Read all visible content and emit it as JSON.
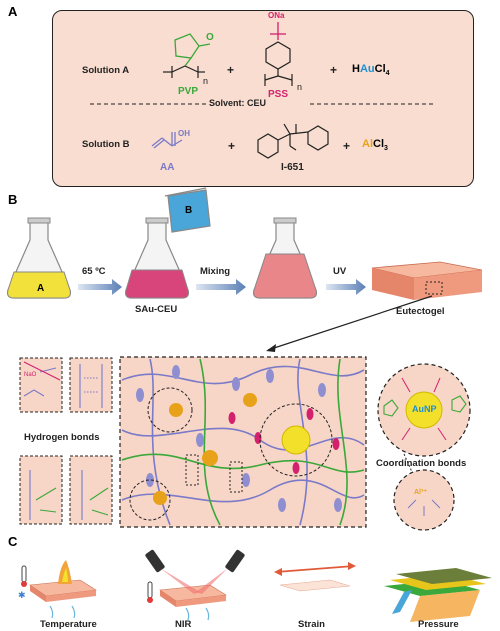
{
  "panelA": {
    "letter": "A",
    "solutionA_label": "Solution A",
    "solutionB_label": "Solution B",
    "solvent": "Solvent: CEU",
    "plus": "+",
    "pvp": "PVP",
    "pss": "PSS",
    "pss_group": "ONa",
    "haucl4_h": "H",
    "haucl4_au": "Au",
    "haucl4_cl": "Cl",
    "haucl4_sub": "4",
    "aa": "AA",
    "aa_oh": "OH",
    "i651": "I-651",
    "alcl3_al": "Al",
    "alcl3_cl": "Cl",
    "alcl3_sub": "3",
    "n": "n",
    "colors": {
      "pvp": "#3aa83a",
      "pss": "#d4216e",
      "au": "#1a8fd6",
      "aa": "#7a7ac8",
      "al": "#e8a21a"
    }
  },
  "panelB": {
    "letter": "B",
    "flaskA_label": "A",
    "beaker_label": "B",
    "step1": "65 ºC",
    "step2": "Mixing",
    "step3": "UV",
    "intermediate": "SAu-CEU",
    "product": "Eutectogel",
    "hydrogen": "Hydrogen bonds",
    "coordination": "Coordination bonds",
    "aunp": "AuNP",
    "al3": "Al³⁺",
    "naocap": "NaO"
  },
  "panelC": {
    "letter": "C",
    "stimuli": [
      "Temperature",
      "NIR",
      "Strain",
      "Pressure"
    ]
  }
}
